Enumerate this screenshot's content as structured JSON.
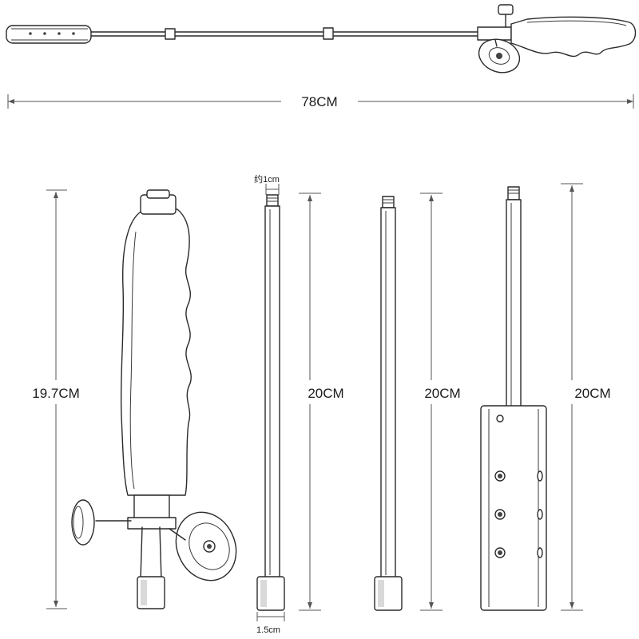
{
  "dimensions": {
    "total_length": "78CM",
    "handle_length": "19.7CM",
    "rod1_length": "20CM",
    "rod2_length": "20CM",
    "nozzle_rod_length": "20CM",
    "rod_top_diameter": "约1cm",
    "rod_bottom_diameter": "1.5cm"
  },
  "parts": [
    {
      "name": "assembled-torch",
      "icon": "torch-assembled-drawing"
    },
    {
      "name": "handle",
      "icon": "handle-with-valves-drawing"
    },
    {
      "name": "extension-rod-1",
      "icon": "rod-drawing"
    },
    {
      "name": "extension-rod-2",
      "icon": "rod-drawing"
    },
    {
      "name": "nozzle-rod",
      "icon": "burner-nozzle-drawing"
    }
  ]
}
